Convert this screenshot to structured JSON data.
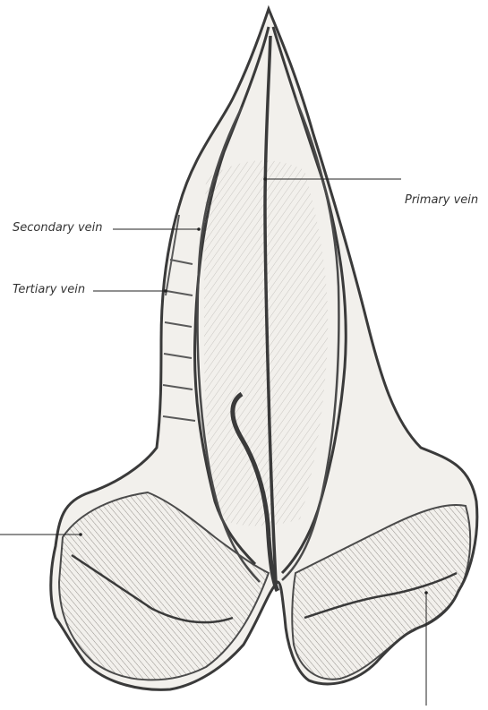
{
  "labels": {
    "primary": "Primary vein",
    "secondary": "Secondary vein",
    "tertiary": "Tertiary vein"
  },
  "colors": {
    "ink": "#3a3a3a",
    "leaf_fill": "#f2f0ec",
    "shadow": "#6e6a66",
    "label_text": "#333333"
  }
}
